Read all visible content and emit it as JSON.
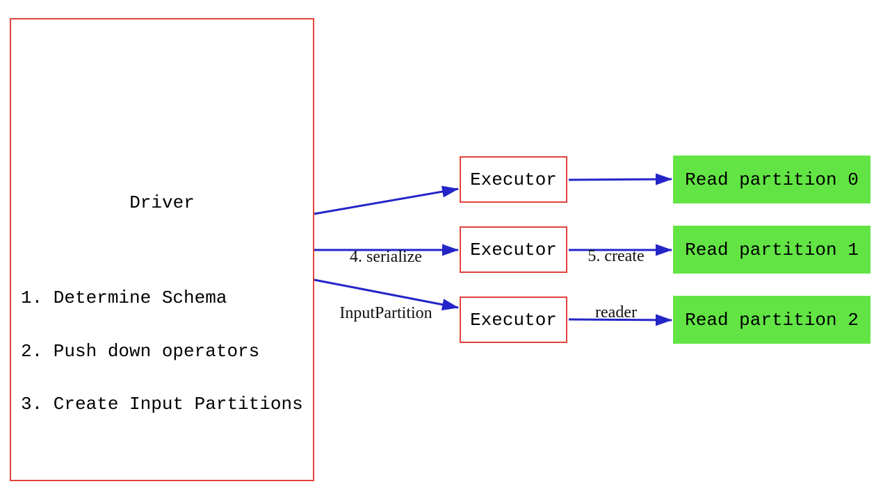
{
  "diagram": {
    "driver": {
      "title": "Driver",
      "steps": [
        "1. Determine Schema",
        "2. Push down operators",
        "3. Create Input Partitions"
      ]
    },
    "executors": [
      {
        "label": "Executor"
      },
      {
        "label": "Executor"
      },
      {
        "label": "Executor"
      }
    ],
    "partitions": [
      {
        "label": "Read partition 0"
      },
      {
        "label": "Read partition 1"
      },
      {
        "label": "Read partition 2"
      }
    ],
    "edge_labels": {
      "serialize": {
        "line1": "4. serialize",
        "line2": "InputPartition"
      },
      "create_reader": {
        "line1": "5. create",
        "line2": "reader"
      }
    },
    "colors": {
      "box_border_red": "#e0423a",
      "arrow_blue": "#2424c8",
      "partition_green": "#62e544",
      "text": "#000000",
      "background": "#ffffff"
    }
  }
}
